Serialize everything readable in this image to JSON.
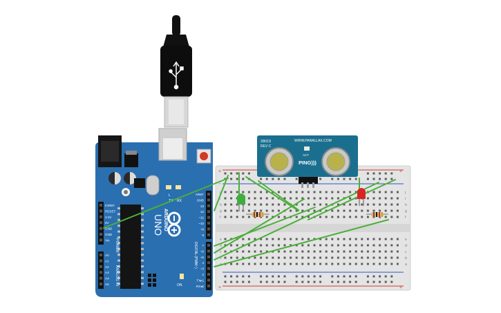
{
  "arduino": {
    "brand": "ARDUINO",
    "model": "UNO",
    "power_header": "POWER",
    "analog_header": "ANALOG IN",
    "digital_header": "DIGITAL (PWM~)",
    "on_label": "ON",
    "led_labels": [
      "L",
      "TX",
      "RX"
    ],
    "power_pins": [
      "IOREF",
      "RESET",
      "3.3V",
      "5V",
      "GND",
      "GND",
      "Vin"
    ],
    "analog_pins": [
      "A0",
      "A1",
      "A2",
      "A3",
      "A4",
      "A5"
    ],
    "digital_top_labels": [
      "AREF",
      "GND",
      "13",
      "12",
      "~11",
      "~10",
      "~9",
      "8"
    ],
    "digital_bottom_labels": [
      "7",
      "~6",
      "~5",
      "4",
      "~3",
      "2",
      "TX▸1",
      "RX◂0"
    ],
    "color": "#2a6fb0"
  },
  "sensor": {
    "brand_line": "WWW.PARALLAX.COM",
    "part": "28015",
    "rev": "REV C",
    "act": "ACT",
    "name": "PING)))",
    "color": "#1a6f8f"
  },
  "breadboard": {
    "row_letters_top": [
      "j",
      "i",
      "h",
      "g",
      "f"
    ],
    "row_letters_bottom": [
      "e",
      "d",
      "c",
      "b",
      "a"
    ],
    "plus": "+",
    "minus": "-",
    "color": "#e4e4e4"
  },
  "components": {
    "green_led_color": "#3fae3f",
    "red_led_color": "#d92424",
    "wire_color": "#4caf3a"
  }
}
